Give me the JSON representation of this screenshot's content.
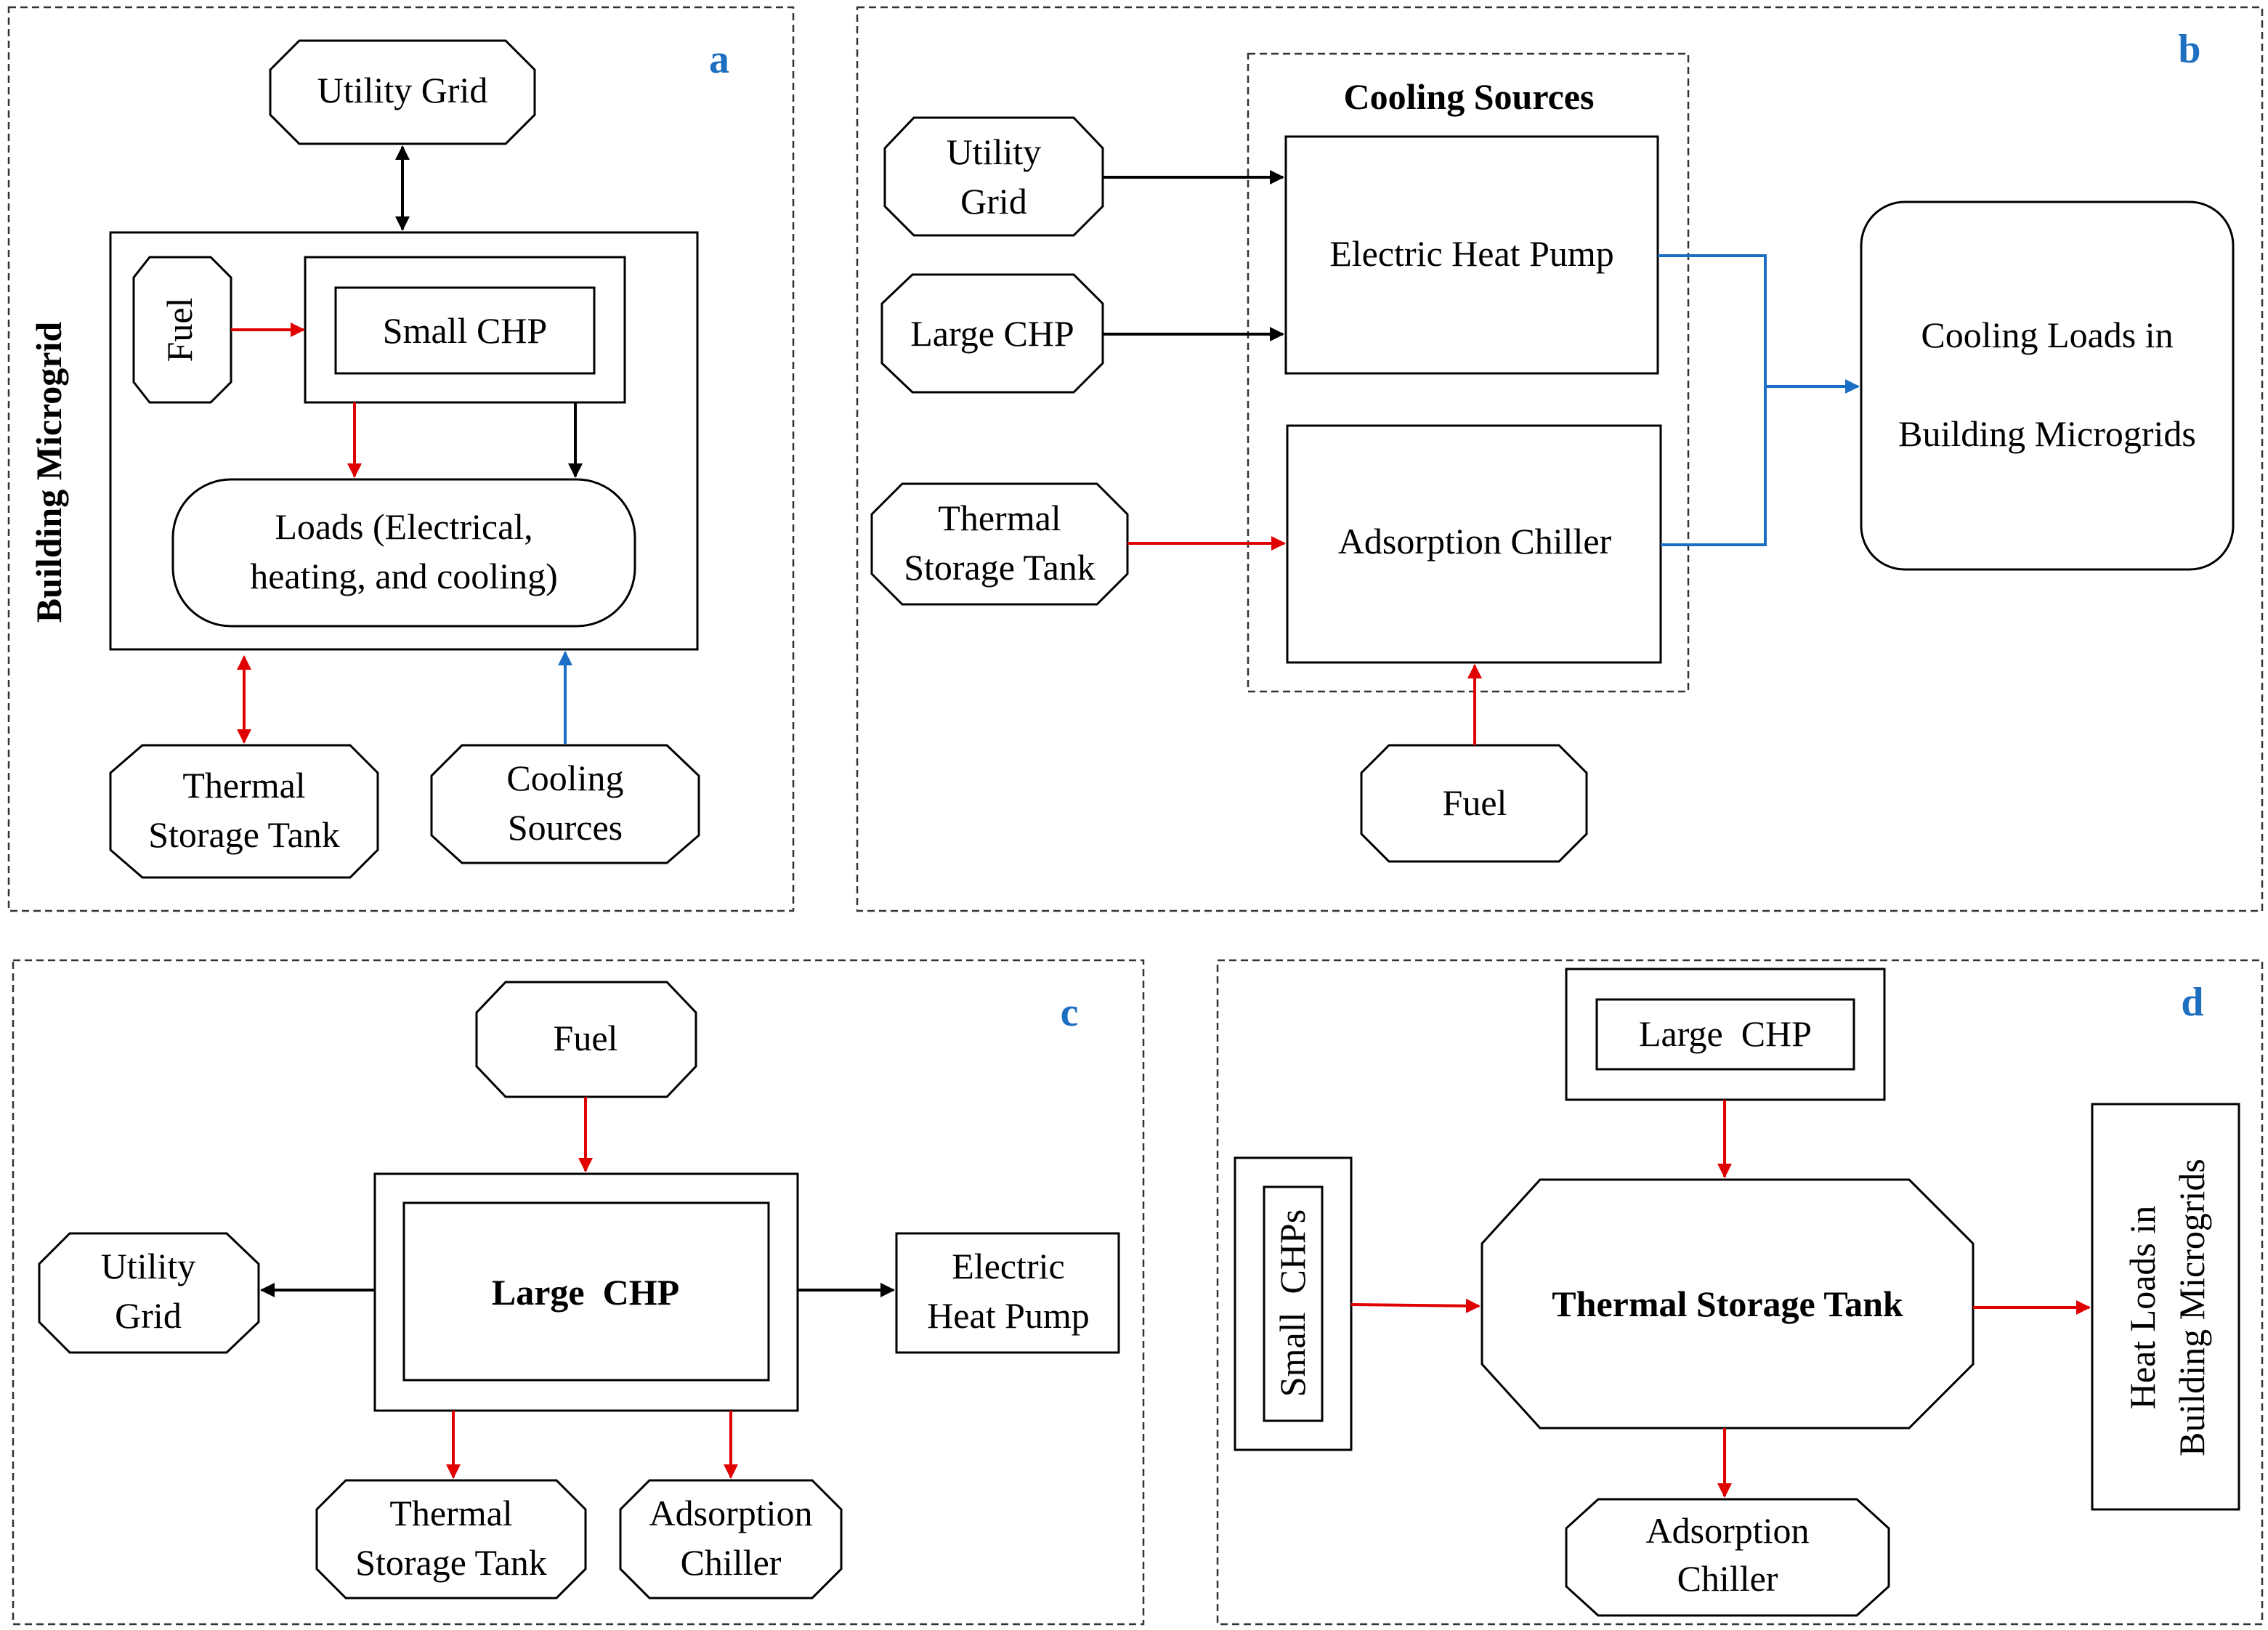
{
  "panel_labels": {
    "a": "a",
    "b": "b",
    "c": "c",
    "d": "d"
  },
  "panel_a": {
    "side_label": "Building Microgrid",
    "utility_grid": "Utility Grid",
    "fuel": "Fuel",
    "small_chp": "Small CHP",
    "loads_line1": "Loads (Electrical,",
    "loads_line2": "heating, and cooling)",
    "thermal_line1": "Thermal",
    "thermal_line2": "Storage Tank",
    "cooling_line1": "Cooling",
    "cooling_line2": "Sources"
  },
  "panel_b": {
    "group_title": "Cooling Sources",
    "utility_line1": "Utility",
    "utility_line2": "Grid",
    "large_chp": "Large CHP",
    "thermal_line1": "Thermal",
    "thermal_line2": "Storage Tank",
    "heat_pump": "Electric Heat Pump",
    "adsorption": "Adsorption Chiller",
    "fuel": "Fuel",
    "loads_line1": "Cooling Loads in",
    "loads_line2": "Building Microgrids"
  },
  "panel_c": {
    "fuel": "Fuel",
    "large_chp": "Large  CHP",
    "utility_line1": "Utility",
    "utility_line2": "Grid",
    "heat_pump_line1": "Electric",
    "heat_pump_line2": "Heat Pump",
    "thermal_line1": "Thermal",
    "thermal_line2": "Storage Tank",
    "adsorption_line1": "Adsorption",
    "adsorption_line2": "Chiller"
  },
  "panel_d": {
    "large_chp": "Large  CHP",
    "small_chps": "Small  CHPs",
    "tank": "Thermal Storage Tank",
    "heat_loads_line1": "Heat Loads in",
    "heat_loads_line2": "Building Microgrids",
    "adsorption_line1": "Adsorption",
    "adsorption_line2": "Chiller"
  },
  "colors": {
    "electric_flow": "#000000",
    "heat_flow": "#e00000",
    "cooling_flow": "#1a6fc4",
    "panel_label": "#1f6fc1"
  }
}
